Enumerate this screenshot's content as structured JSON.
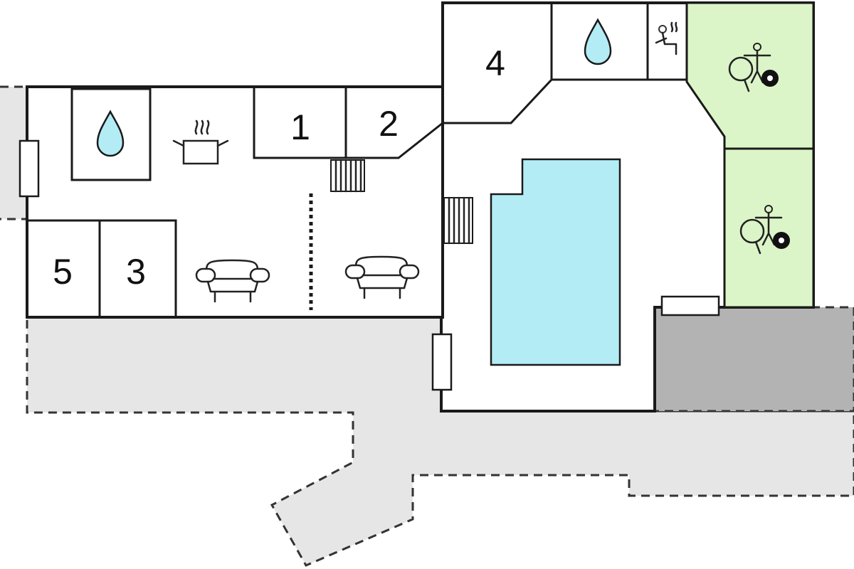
{
  "rooms": [
    {
      "id": "room-1",
      "label": "1"
    },
    {
      "id": "room-2",
      "label": "2"
    },
    {
      "id": "room-3",
      "label": "3"
    },
    {
      "id": "room-4",
      "label": "4"
    },
    {
      "id": "room-5",
      "label": "5"
    }
  ],
  "icons": {
    "bathroom": "water-drop-icon",
    "kitchen": "cooking-pot-icon",
    "living": "sofa-icon",
    "sauna": "sauna-icon",
    "games": "table-tennis-billiards-icon"
  },
  "colors": {
    "pool": "#b3ecf5",
    "games_room": "#dcf5c8",
    "water_drop": "#b3ecf5",
    "outdoor_area": "#e6e6e6",
    "terrace_dark": "#b3b3b3"
  }
}
